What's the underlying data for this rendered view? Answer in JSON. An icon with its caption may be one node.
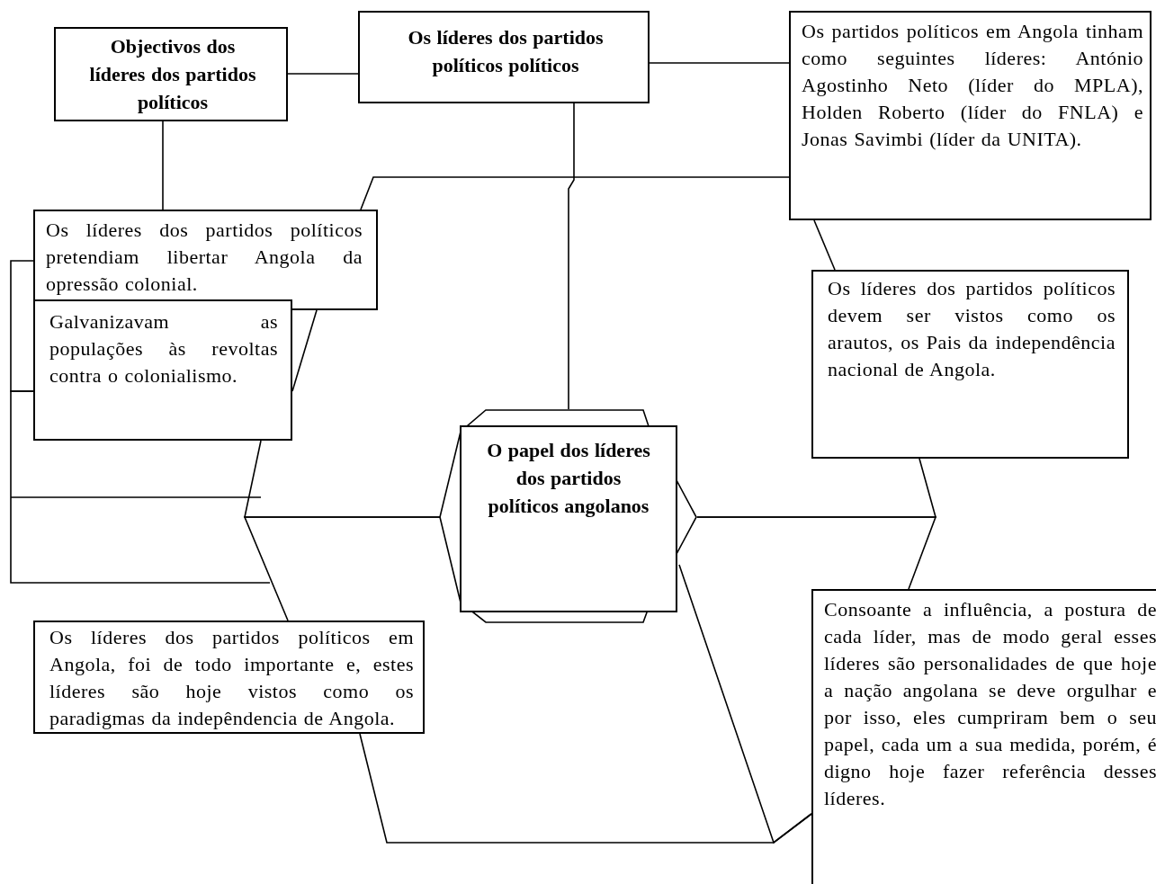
{
  "diagram": {
    "nodes": [
      {
        "text": [
          "Objectivos dos líderes dos partidos políticos"
        ]
      },
      {
        "text": [
          "Os líderes dos partidos políticos políticos"
        ]
      },
      {
        "text": [
          "Os partidos políticos em Angola tinham como seguintes líderes: António Agostinho Neto (líder do MPLA), Holden Roberto (líder do FNLA) e Jonas Savimbi (líder da UNITA)."
        ]
      },
      {
        "text": [
          "Os líderes dos partidos políticos pretendiam libertar Angola da opressão colonial."
        ]
      },
      {
        "text": [
          "Galvanizavam as populações às revoltas contra o colonialismo."
        ]
      },
      {
        "text": [
          "O papel dos líderes dos partidos políticos angolanos"
        ]
      },
      {
        "text": [
          "Os líderes dos partidos políticos devem ser vistos como os arautos, os Pais da independência nacional de Angola."
        ]
      },
      {
        "text": [
          "Os líderes dos partidos políticos em Angola, foi de todo importante e, estes líderes são hoje vistos como os paradigmas da indepêndencia de Angola."
        ]
      },
      {
        "text": [
          "Consoante a influência, a postura de cada líder, mas de modo geral esses líderes são personalidades de que hoje a nação angolana se deve orgulhar e por isso, eles cumpriram bem o seu papel, cada um a sua medida, porém, é digno hoje fazer referência desses líderes."
        ]
      }
    ],
    "edges": [
      {
        "from": 0,
        "to": 1,
        "arrow": "none"
      },
      {
        "from": 1,
        "to": 2,
        "arrow": "none"
      },
      {
        "from": 0,
        "to": 3,
        "arrow": "none"
      },
      {
        "from": 1,
        "to": 5,
        "arrow": "none"
      },
      {
        "from": 2,
        "to": 6,
        "arrow": "none"
      },
      {
        "from": 5,
        "to": 6,
        "arrow": "none"
      },
      {
        "from": 5,
        "to": 8,
        "arrow": "none"
      },
      {
        "from": 5,
        "to": 7,
        "arrow": "none"
      },
      {
        "from": 2,
        "to": 3,
        "arrow": "none"
      },
      {
        "from": 5,
        "to": 8,
        "arrow": "none"
      },
      {
        "from": 7,
        "to": 8,
        "arrow": "none"
      },
      {
        "from": 3,
        "to": 4,
        "arrow": "none"
      },
      {
        "from": 3,
        "to": 4,
        "arrow": "none"
      },
      {
        "from": 4,
        "to": 5,
        "arrow": "none"
      },
      {
        "from": 4,
        "to": null,
        "arrow": "none"
      }
    ]
  }
}
